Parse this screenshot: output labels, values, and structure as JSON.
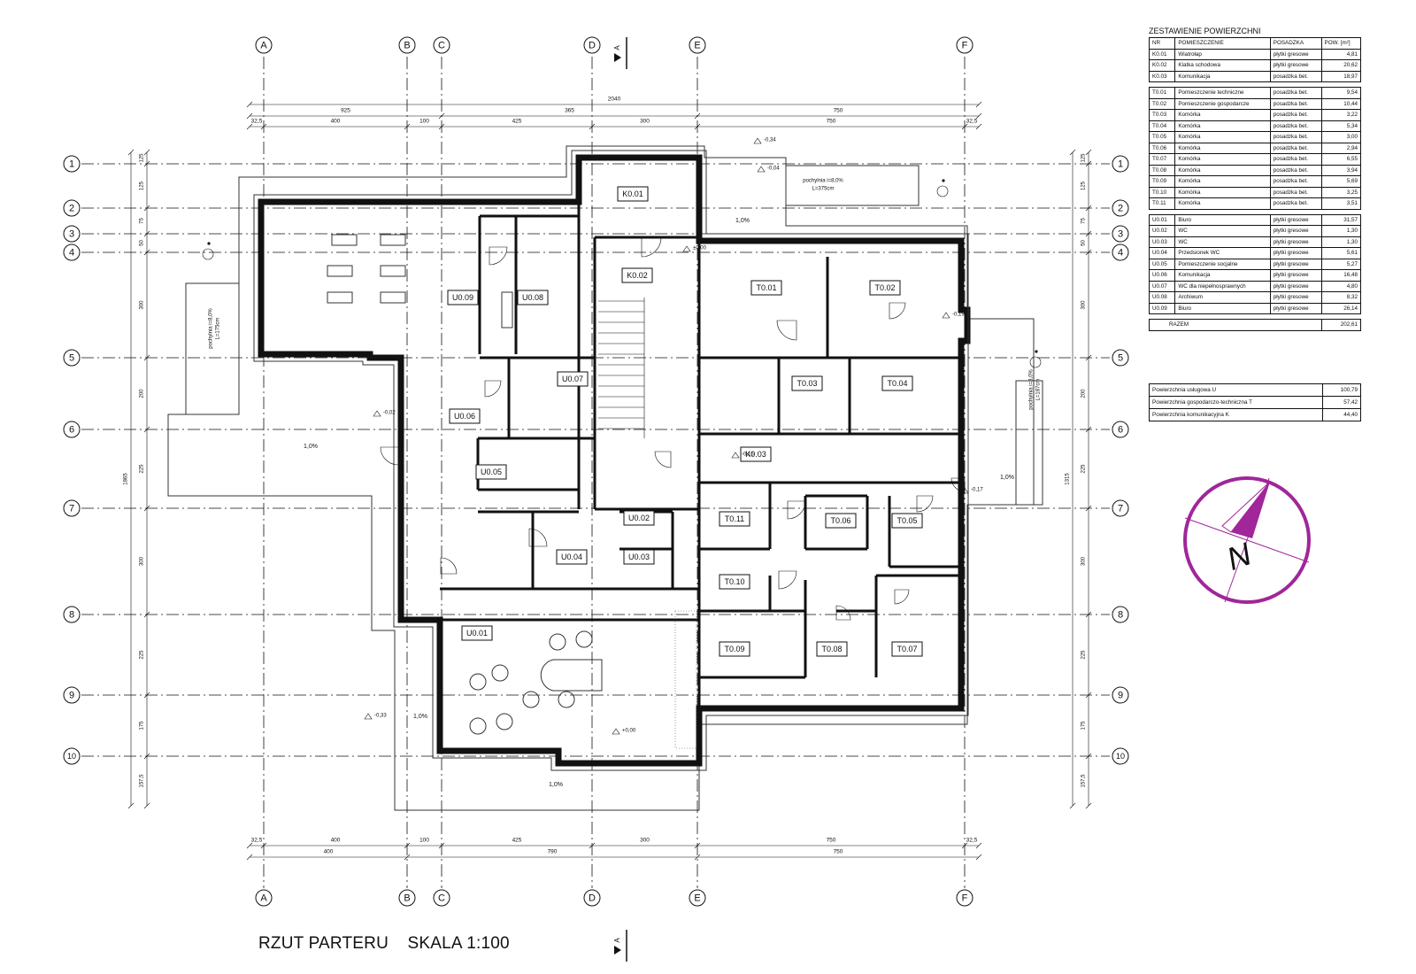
{
  "title": "RZUT PARTERU",
  "scale": "SKALA 1:100",
  "section_marker": "A",
  "north_label": "N",
  "colors": {
    "north_arrow": "#a0269a"
  },
  "axes": {
    "columns": [
      "A",
      "B",
      "C",
      "D",
      "E",
      "F"
    ],
    "rows": [
      "1",
      "2",
      "3",
      "4",
      "5",
      "6",
      "7",
      "8",
      "9",
      "10"
    ]
  },
  "dimensions": {
    "top_total": "2040",
    "top_group": [
      "925",
      "365",
      "750"
    ],
    "top_row": [
      "32,5",
      "400",
      "100",
      "425",
      "300",
      "750",
      "32,5"
    ],
    "bottom_row": [
      "32,5",
      "400",
      "100",
      "425",
      "300",
      "750",
      "32,5"
    ],
    "bottom_group": [
      "400",
      "790",
      "750"
    ],
    "left_total": "1865",
    "right_total": "1315"
  },
  "rooms": [
    {
      "id": "K0.01"
    },
    {
      "id": "K0.02"
    },
    {
      "id": "K0.03"
    },
    {
      "id": "T0.01"
    },
    {
      "id": "T0.02"
    },
    {
      "id": "T0.03"
    },
    {
      "id": "T0.04"
    },
    {
      "id": "T0.05"
    },
    {
      "id": "T0.06"
    },
    {
      "id": "T0.07"
    },
    {
      "id": "T0.08"
    },
    {
      "id": "T0.09"
    },
    {
      "id": "T0.10"
    },
    {
      "id": "T0.11"
    },
    {
      "id": "U0.01"
    },
    {
      "id": "U0.02"
    },
    {
      "id": "U0.03"
    },
    {
      "id": "U0.04"
    },
    {
      "id": "U0.05"
    },
    {
      "id": "U0.06"
    },
    {
      "id": "U0.07"
    },
    {
      "id": "U0.08"
    },
    {
      "id": "U0.09"
    }
  ],
  "ramps": [
    {
      "label": "pochylnia i=8,0%",
      "length": "L=375cm"
    },
    {
      "label": "pochylnia i=8,0%",
      "length": "L=175cm"
    },
    {
      "label": "pochylnia i=8,0%",
      "length": "L=187cm"
    }
  ],
  "slopes": [
    "1,0%",
    "1,0%",
    "1,0%",
    "1,0%",
    "1,0%",
    "1,0%"
  ],
  "levels": [
    "-0,34",
    "-0,04",
    "±0,00",
    "-0,02",
    "-0,15",
    "-0,19",
    "-0,17",
    "-0,33",
    "+0,00"
  ],
  "area_table": {
    "title": "ZESTAWIENIE POWIERZCHNI",
    "headers": [
      "NR",
      "POMIESZCZENIE",
      "POSADZKA",
      "POW. [m²]"
    ],
    "groups": [
      [
        [
          "K0.01",
          "Wiatrołap",
          "płytki gresowe",
          "4,81"
        ],
        [
          "K0.02",
          "Klatka schodowa",
          "płytki gresowe",
          "20,62"
        ],
        [
          "K0.03",
          "Komunikacja",
          "posadzka bet.",
          "18,97"
        ]
      ],
      [
        [
          "T0.01",
          "Pomieszczenie techniczne",
          "posadzka bet.",
          "9,54"
        ],
        [
          "T0.02",
          "Pomieszczenie gospodarcze",
          "posadzka bet.",
          "10,44"
        ],
        [
          "T0.03",
          "Komórka",
          "posadzka bet.",
          "3,22"
        ],
        [
          "T0.04",
          "Komórka",
          "posadzka bet.",
          "5,34"
        ],
        [
          "T0.05",
          "Komórka",
          "posadzka bet.",
          "3,00"
        ],
        [
          "T0.06",
          "Komórka",
          "posadzka bet.",
          "2,94"
        ],
        [
          "T0.07",
          "Komórka",
          "posadzka bet.",
          "6,55"
        ],
        [
          "T0.08",
          "Komórka",
          "posadzka bet.",
          "3,94"
        ],
        [
          "T0.09",
          "Komórka",
          "posadzka bet.",
          "5,69"
        ],
        [
          "T0.10",
          "Komórka",
          "posadzka bet.",
          "3,25"
        ],
        [
          "T0.11",
          "Komórka",
          "posadzka bet.",
          "3,51"
        ]
      ],
      [
        [
          "U0.01",
          "Biuro",
          "płytki gresowe",
          "31,57"
        ],
        [
          "U0.02",
          "WC",
          "płytki gresowe",
          "1,30"
        ],
        [
          "U0.03",
          "WC",
          "płytki gresowe",
          "1,30"
        ],
        [
          "U0.04",
          "Przedsionek WC",
          "płytki gresowe",
          "5,61"
        ],
        [
          "U0.05",
          "Pomieszczenie socjalne",
          "płytki gresowe",
          "5,27"
        ],
        [
          "U0.06",
          "Komunikacja",
          "płytki gresowe",
          "16,48"
        ],
        [
          "U0.07",
          "WC dla niepełnosprawnych",
          "płytki gresowe",
          "4,80"
        ],
        [
          "U0.08",
          "Archiwum",
          "płytki gresowe",
          "8,32"
        ],
        [
          "U0.09",
          "Biuro",
          "płytki gresowe",
          "26,14"
        ]
      ]
    ],
    "total_label": "RAZEM",
    "total_value": "202,61"
  },
  "summary": [
    [
      "Powierzchnia usługowa U",
      "100,79"
    ],
    [
      "Powierzchnia gospodarczo-techniczna T",
      "57,42"
    ],
    [
      "Powierzchnia komunikacyjna K",
      "44,40"
    ]
  ]
}
